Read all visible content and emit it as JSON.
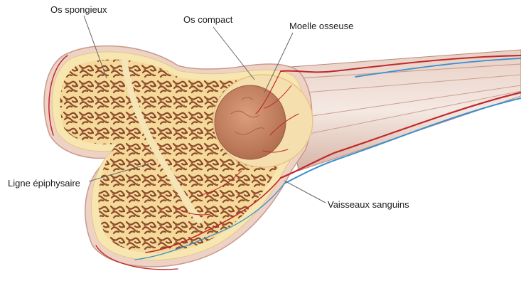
{
  "labels": {
    "spongy_bone": "Os spongieux",
    "compact_bone": "Os compact",
    "bone_marrow": "Moelle osseuse",
    "epiphyseal_line": "Ligne épiphysaire",
    "blood_vessels": "Vaisseaux sanguins"
  },
  "colors": {
    "periosteum": "#e8c6b8",
    "compact_bone": "#f7e6b0",
    "spongy_bone": "#8a4a2a",
    "marrow": "#c98a6a",
    "artery": "#c0282a",
    "vein": "#3a8fcf",
    "shaft_muscle": "#d9b3a4"
  }
}
